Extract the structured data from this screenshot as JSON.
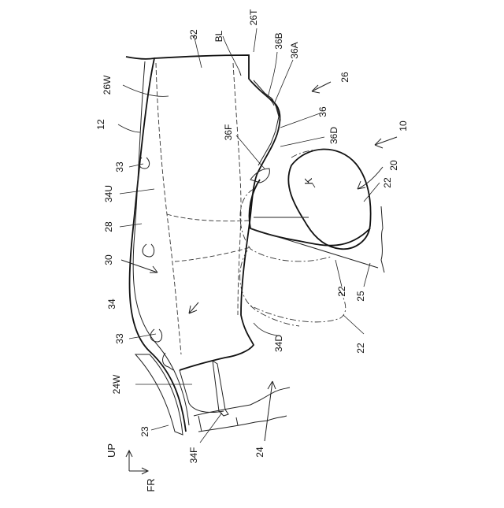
{
  "labels": {
    "l32": "32",
    "lBL": "BL",
    "l26T": "26T",
    "l36B": "36B",
    "l36A": "36A",
    "l26": "26",
    "l26W": "26W",
    "l12": "12",
    "l36": "36",
    "l10": "10",
    "l36F": "36F",
    "l36D": "36D",
    "l20": "20",
    "l33a": "33",
    "lK": "K",
    "l34U": "34U",
    "l22a": "22",
    "l28": "28",
    "l30": "30",
    "l22b": "22",
    "l25": "25",
    "l34": "34",
    "l33b": "33",
    "l34D": "34D",
    "l22c": "22",
    "l24W": "24W",
    "l23": "23",
    "l34F": "34F",
    "l24": "24",
    "lUP": "UP",
    "lFR": "FR"
  }
}
